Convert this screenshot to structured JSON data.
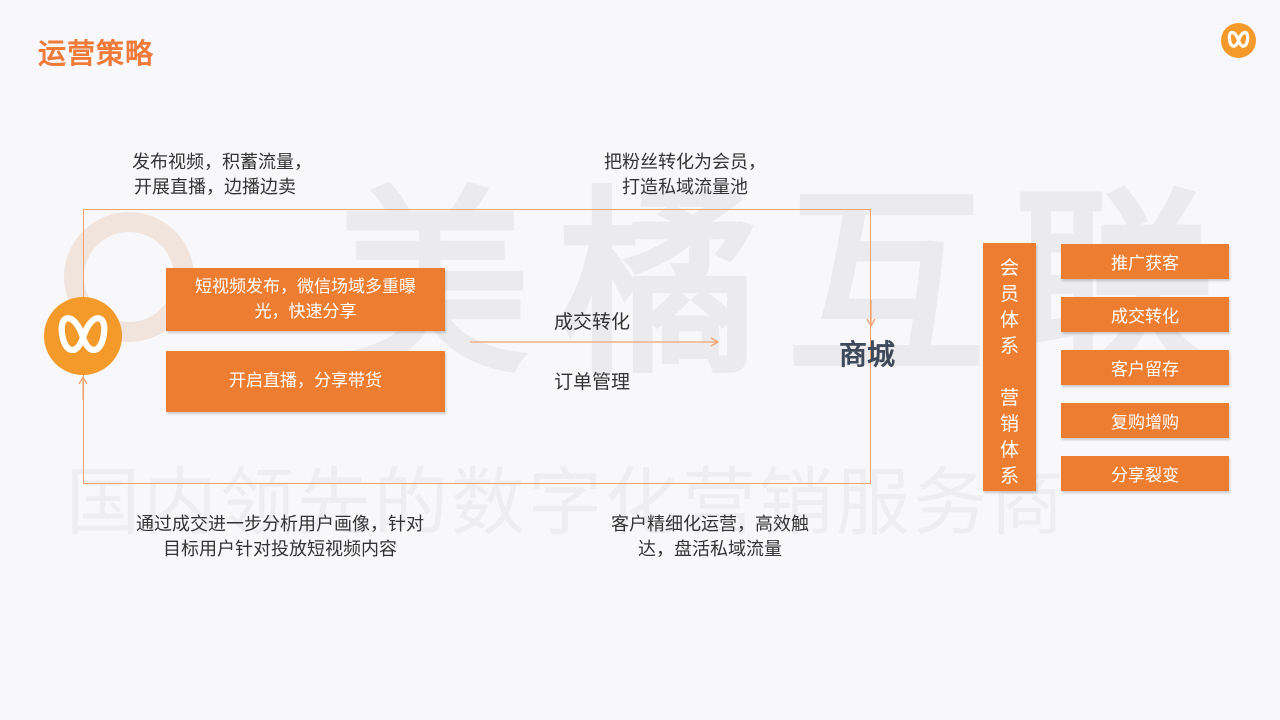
{
  "page": {
    "title": "运营策略",
    "watermark_main": "美橘互联",
    "watermark_sub": "国内领先的数字化营销服务商"
  },
  "flow": {
    "note_top_left": [
      "发布视频，积蓄流量，",
      "开展直播，边播边卖"
    ],
    "note_top_right": [
      "把粉丝转化为会员，",
      "打造私域流量池"
    ],
    "note_bottom_left": [
      "通过成交进一步分析用户画像，针对",
      "目标用户针对投放短视频内容"
    ],
    "note_bottom_right": [
      "客户精细化运营，高效触",
      "达，盘活私域流量"
    ],
    "box_short_video": [
      "短视频发布，微信场域多重曝",
      "光，快速分享"
    ],
    "box_live": "开启直播，分享带货",
    "arrow_label_top": "成交转化",
    "arrow_label_bottom": "订单管理",
    "mall": "商城"
  },
  "system": {
    "vertical_label": [
      "会",
      "员",
      "体",
      "系",
      "",
      "营",
      "销",
      "体",
      "系"
    ],
    "items": [
      "推广获客",
      "成交转化",
      "客户留存",
      "复购增购",
      "分享裂变"
    ]
  },
  "colors": {
    "accent": "#ed7d31",
    "title": "#ef7a3a",
    "logo": "#f39a2a",
    "line": "#f0a270"
  },
  "icons": {
    "brand_logo": "butterfly-logo-icon"
  }
}
